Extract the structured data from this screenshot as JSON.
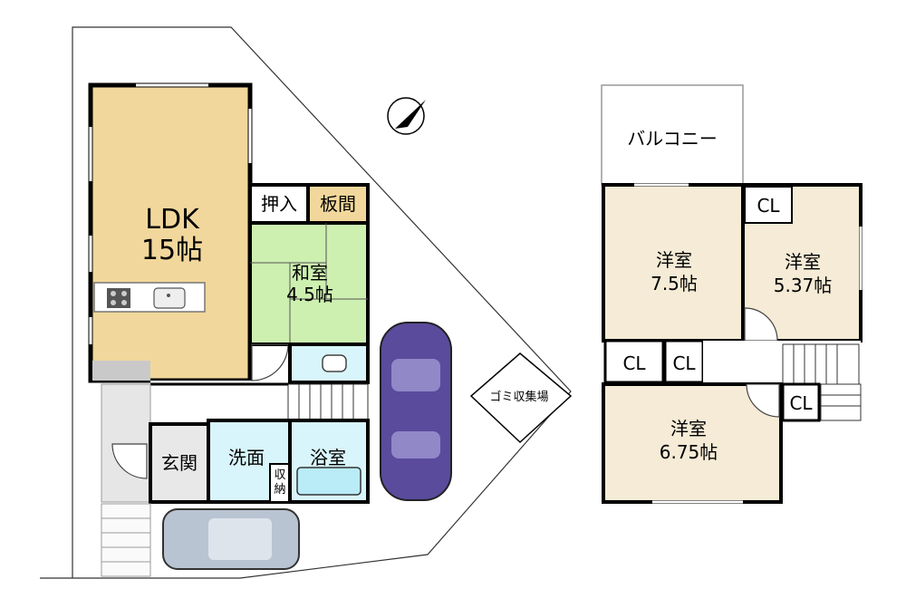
{
  "rooms_1f": {
    "ldk_name": "LDK",
    "ldk_size": "15帖",
    "washitsu_name": "和室",
    "washitsu_size": "4.5帖",
    "oshiire": "押入",
    "itama": "板間",
    "genkan": "玄関",
    "senmen": "洗面",
    "yokushitsu": "浴室",
    "shuno_1": "収",
    "shuno_2": "納"
  },
  "rooms_2f": {
    "balcony": "バルコニー",
    "room1_name": "洋室",
    "room1_size": "7.5帖",
    "room2_name": "洋室",
    "room2_size": "5.37帖",
    "room3_name": "洋室",
    "room3_size": "6.75帖",
    "cl_top": "CL",
    "cl_left": "CL",
    "cl_mid": "CL",
    "cl_right": "CL"
  },
  "site": {
    "gomi": "ゴミ収集場"
  },
  "colors": {
    "ldk": "#f1d79b",
    "washitsu": "#cdf0b0",
    "wet": "#d8f5fb",
    "western": "#f5ebd6",
    "car_purple": "#5a4b9c",
    "car_white": "#b8c4d2"
  }
}
